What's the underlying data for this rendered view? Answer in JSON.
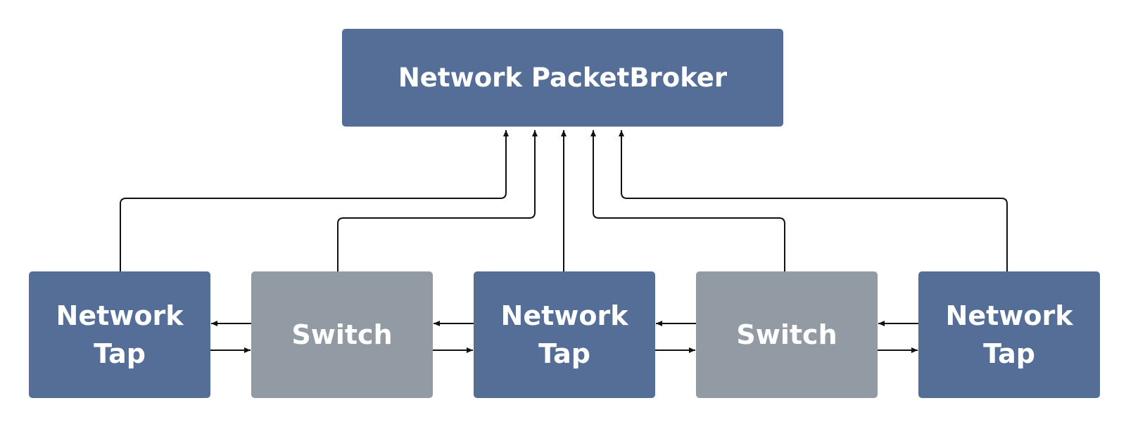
{
  "broker": {
    "label": "Network PacketBroker"
  },
  "nodes": [
    {
      "kind": "tap",
      "lines": [
        "Network",
        "Tap"
      ]
    },
    {
      "kind": "switch",
      "lines": [
        "Switch"
      ]
    },
    {
      "kind": "tap",
      "lines": [
        "Network",
        "Tap"
      ]
    },
    {
      "kind": "switch",
      "lines": [
        "Switch"
      ]
    },
    {
      "kind": "tap",
      "lines": [
        "Network",
        "Tap"
      ]
    }
  ],
  "colors": {
    "tap": "#546e98",
    "switch": "#929aa3",
    "broker": "#546e98",
    "connector": "#111111"
  }
}
